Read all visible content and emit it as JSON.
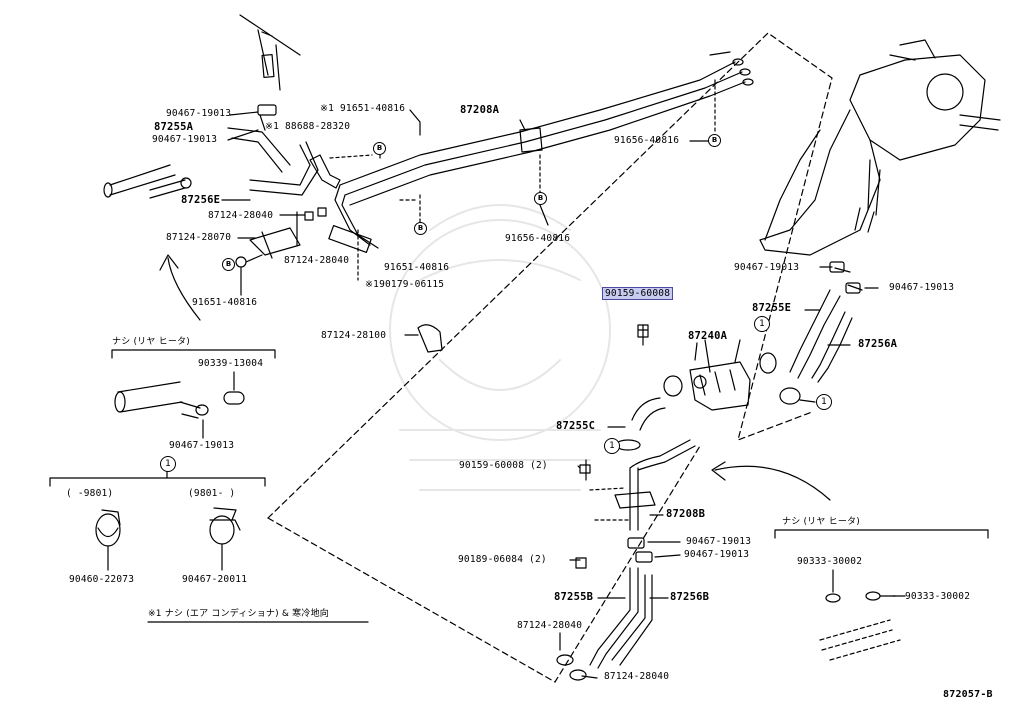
{
  "diagram_id": "872057-B",
  "labels": {
    "p_90467_19013_a": "90467-19013",
    "p_87255A": "87255A",
    "p_90467_19013_b": "90467-19013",
    "p_88688_28320": "※1 88688-28320",
    "p_91651_40816_a": "※1 91651-40816",
    "p_87208A": "87208A",
    "p_87256E": "87256E",
    "p_87124_28040_a": "87124-28040",
    "p_87124_28070": "87124-28070",
    "p_87124_28040_b": "87124-28040",
    "p_91651_40816_b": "91651-40816",
    "p_91651_40816_c": "91651-40816",
    "p_190179_06115": "※190179-06115",
    "p_91656_40816_a": "91656-40816",
    "p_91656_40816_b": "91656-40816",
    "p_87124_28100": "87124-28100",
    "p_90159_60008_hl": "90159-60008",
    "p_87240A": "87240A",
    "p_87255E": "87255E",
    "p_87256A": "87256A",
    "p_90467_19013_c": "90467-19013",
    "p_90467_19013_d": "90467-19013",
    "p_87255C": "87255C",
    "p_90159_60008_2": "90159-60008 (2)",
    "p_87208B": "87208B",
    "p_90467_19013_e": "90467-19013",
    "p_90467_19013_f": "90467-19013",
    "p_90189_06084": "90189-06084 (2)",
    "p_87255B": "87255B",
    "p_87256B": "87256B",
    "p_87124_28040_c": "87124-28040",
    "p_87124_28040_d": "87124-28040",
    "p_90339_13004": "90339-13004",
    "p_90467_19013_g": "90467-19013",
    "p_90460_22073": "90460-22073",
    "p_90467_20011": "90467-20011",
    "p_90333_30002_a": "90333-30002",
    "p_90333_30002_b": "90333-30002"
  },
  "notes": {
    "no_rear_heater_left": "ナシ (リヤ ヒータ)",
    "no_rear_heater_right": "ナシ (リヤ ヒータ)",
    "range_before": "(    -9801)",
    "range_after": "(9801-     )",
    "footnote": "※1 ナシ (エア コンディショナ) & 寒冷地向"
  },
  "callouts": {
    "circle_one": "1",
    "b_marker": "B"
  }
}
